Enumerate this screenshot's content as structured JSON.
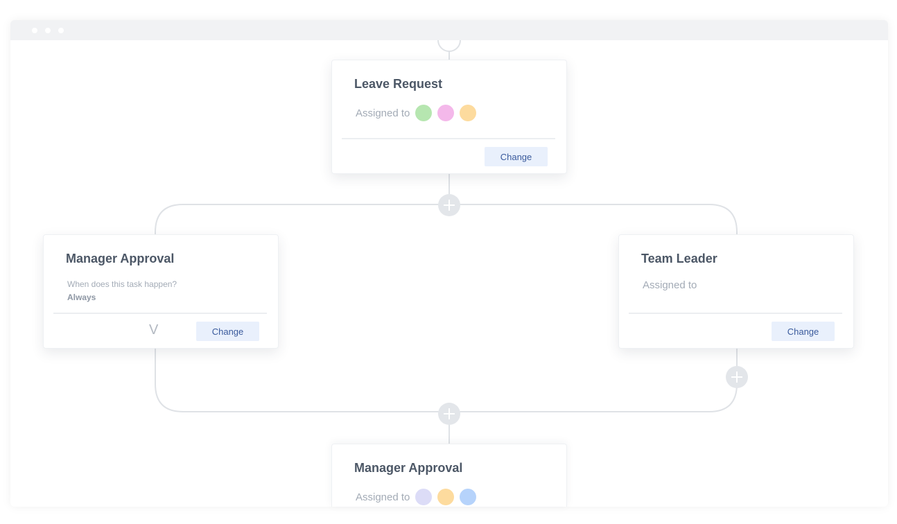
{
  "window": {
    "dots": 3
  },
  "cards": [
    {
      "title": "Leave Request",
      "assigned_label": "Assigned to",
      "avatars": [
        "#b6e6b0",
        "#f4b8ea",
        "#fddb9e"
      ],
      "button": "Change"
    },
    {
      "title": "Manager Approval",
      "question": "When does this task happen?",
      "answer": "Always",
      "chevron": "V",
      "button": "Change"
    },
    {
      "title": "Team Leader",
      "assigned_label": "Assigned to",
      "button": "Change"
    },
    {
      "title": "Manager Approval",
      "assigned_label": "Assigned to",
      "avatars": [
        "#dcdcf7",
        "#fddb9e",
        "#b6d3fb"
      ]
    }
  ]
}
